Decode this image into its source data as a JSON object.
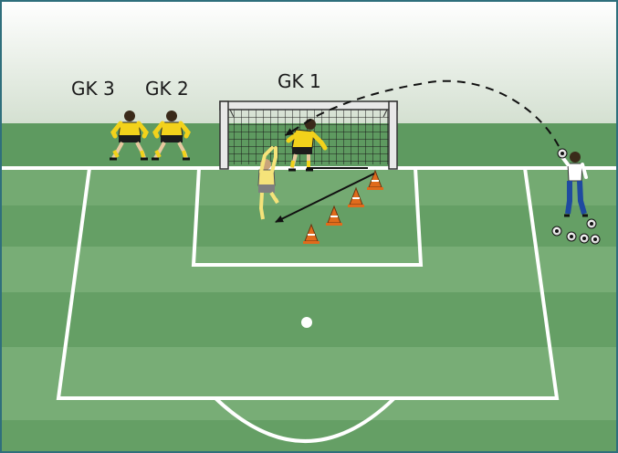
{
  "labels": {
    "gk1": "GK 1",
    "gk2": "GK 2",
    "gk3": "GK 3"
  },
  "colors": {
    "sky_top": "#ffffff",
    "sky_bottom": "#d7e2d4",
    "grass_dark": "#5e9a60",
    "grass_light": "#78ad76",
    "lines": "#ffffff",
    "keeper_jersey": "#f2d21b",
    "keeper_shorts": "#1c1c1c",
    "active_keeper_jersey": "#f5e37a",
    "active_keeper_shorts": "#7f7f7f",
    "coach_shirt": "#ffffff",
    "coach_trousers": "#1f4aa0",
    "cone": "#e06b1c",
    "ball": "#ffffff",
    "arrow": "#111111"
  },
  "icons": {
    "goalkeeper": "goalkeeper-figure-icon",
    "coach": "coach-figure-icon",
    "cone": "training-cone-icon",
    "ball": "soccer-ball-icon",
    "goal": "goal-net-icon"
  }
}
